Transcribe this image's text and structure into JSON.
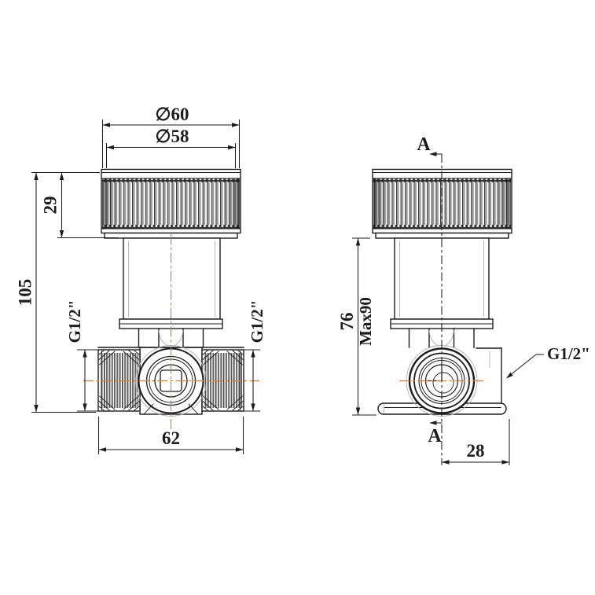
{
  "drawing": {
    "type": "technical-drawing",
    "subject": "concealed shower valve, two orthographic views with section mark A-A"
  },
  "labels": {
    "dia_outer": "∅60",
    "dia_inner": "∅58",
    "knob_height": "29",
    "total_height": "105",
    "thread_front_left": "G1/2\"",
    "thread_front_right": "G1/2\"",
    "body_width": "62",
    "section_top": "A",
    "section_bottom": "A",
    "side_height": "76",
    "max_depth": "Max90",
    "thread_side": "G1/2\"",
    "side_offset": "28"
  },
  "colors": {
    "line": "#1c1c1c",
    "centerline": "#c2834f",
    "knurl_dark": "#383838",
    "knurl_mid": "#9a9a9a",
    "light_detail": "#b2b2b2"
  }
}
